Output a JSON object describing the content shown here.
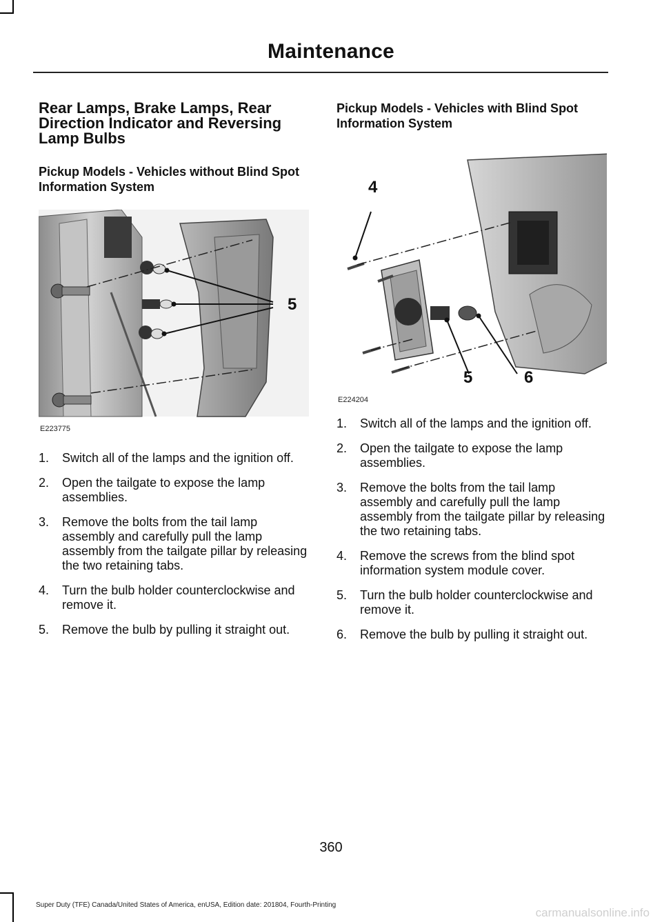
{
  "header": {
    "title": "Maintenance"
  },
  "left": {
    "section_heading": "Rear Lamps, Brake Lamps, Rear Direction Indicator and Reversing Lamp Bulbs",
    "sub_heading": "Pickup Models - Vehicles without Blind Spot Information System",
    "figure": {
      "code": "E223775",
      "callouts": [
        "5"
      ]
    },
    "steps": [
      {
        "num": "1.",
        "text": "Switch all of the lamps and the ignition off."
      },
      {
        "num": "2.",
        "text": "Open the tailgate to expose the lamp assemblies."
      },
      {
        "num": "3.",
        "text": "Remove the bolts from the tail lamp assembly and carefully pull the lamp assembly from the tailgate pillar by releasing the two retaining tabs."
      },
      {
        "num": "4.",
        "text": "Turn the bulb holder counterclockwise and remove it."
      },
      {
        "num": "5.",
        "text": "Remove the bulb by pulling it straight out."
      }
    ]
  },
  "right": {
    "sub_heading": "Pickup Models - Vehicles with Blind Spot Information System",
    "figure": {
      "code": "E224204",
      "callouts": [
        "4",
        "5",
        "6"
      ]
    },
    "steps": [
      {
        "num": "1.",
        "text": "Switch all of the lamps and the ignition off."
      },
      {
        "num": "2.",
        "text": "Open the tailgate to expose the lamp assemblies."
      },
      {
        "num": "3.",
        "text": "Remove the bolts from the tail lamp assembly and carefully pull the lamp assembly from the tailgate pillar by releasing the two retaining tabs."
      },
      {
        "num": "4.",
        "text": "Remove the screws from the blind spot information system module cover."
      },
      {
        "num": "5.",
        "text": "Turn the bulb holder counterclockwise and remove it."
      },
      {
        "num": "6.",
        "text": "Remove the bulb by pulling it straight out."
      }
    ]
  },
  "footer": {
    "page_number": "360",
    "text": "Super Duty (TFE) Canada/United States of America, enUSA, Edition date: 201804, Fourth-Printing",
    "watermark": "carmanualsonline.info"
  }
}
